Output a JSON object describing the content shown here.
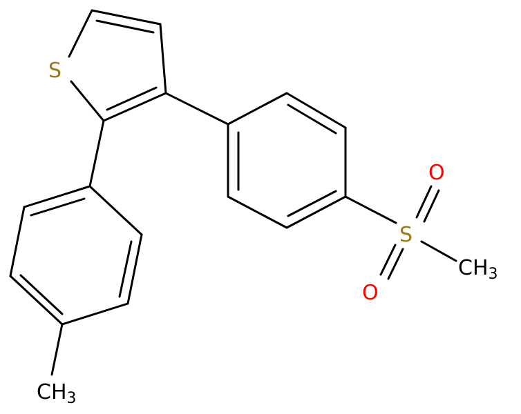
{
  "molecule": {
    "atoms": {
      "thiophene_s": "S",
      "sulfonyl_s": "S",
      "oxygen_top": "O",
      "oxygen_bottom": "O",
      "methyl_sulfonyl": {
        "main": "CH",
        "sub": "3"
      },
      "methyl_tolyl": {
        "main": "CH",
        "sub": "3"
      }
    },
    "colors": {
      "sulfur": "#9a7a1a",
      "oxygen": "#ff0000",
      "carbon": "#000000"
    }
  }
}
